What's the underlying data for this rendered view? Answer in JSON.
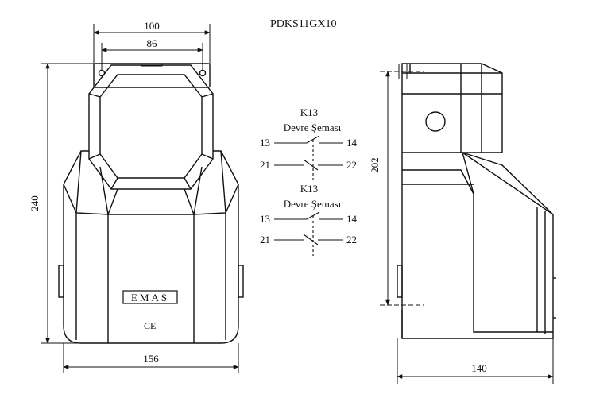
{
  "title": "PDKS11GX10",
  "front_view": {
    "width_top_outer": "100",
    "width_top_inner": "86",
    "height_total": "240",
    "width_base": "156",
    "brand_logo_text": "EMAS",
    "ce_mark": "CE"
  },
  "side_view": {
    "height_label": "202",
    "depth_label": "140"
  },
  "schematics": [
    {
      "name": "K13",
      "caption": "Devre Şeması",
      "top_left": "13",
      "top_right": "14",
      "bottom_left": "21",
      "bottom_right": "22"
    },
    {
      "name": "K13",
      "caption": "Devre Şeması",
      "top_left": "13",
      "top_right": "14",
      "bottom_left": "21",
      "bottom_right": "22"
    }
  ]
}
